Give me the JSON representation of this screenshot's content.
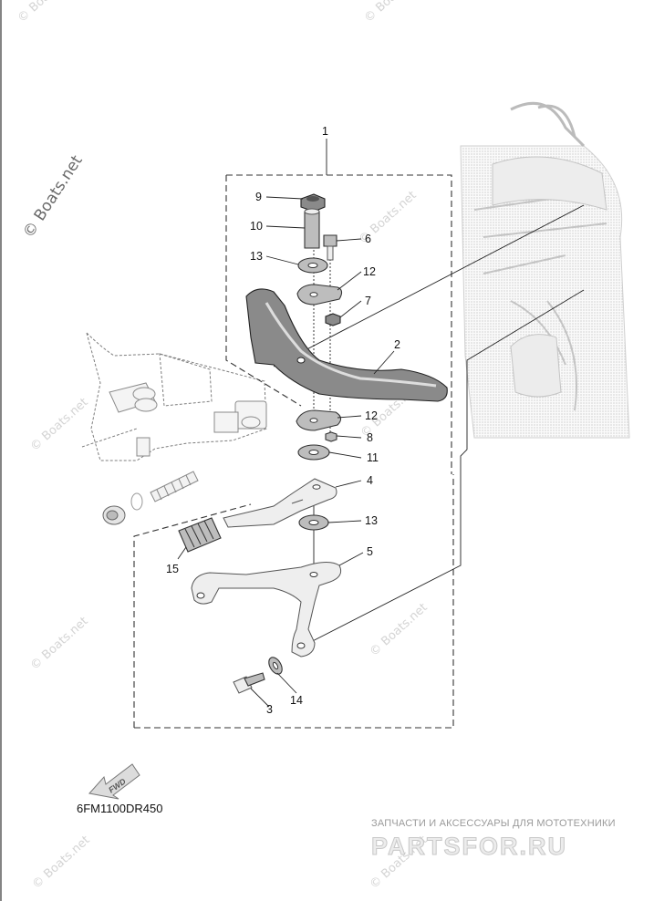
{
  "diagram": {
    "code": "6FM1100DR450",
    "watermark_main": "© Boats.net",
    "watermark_small": "© Boats.net",
    "fwd_label": "FWD",
    "callouts": [
      {
        "id": "c1",
        "label": "1"
      },
      {
        "id": "c2",
        "label": "2"
      },
      {
        "id": "c3",
        "label": "3"
      },
      {
        "id": "c4",
        "label": "4"
      },
      {
        "id": "c5",
        "label": "5"
      },
      {
        "id": "c6",
        "label": "6"
      },
      {
        "id": "c7",
        "label": "7"
      },
      {
        "id": "c8",
        "label": "8"
      },
      {
        "id": "c9",
        "label": "9"
      },
      {
        "id": "c10",
        "label": "10"
      },
      {
        "id": "c11",
        "label": "11"
      },
      {
        "id": "c12a",
        "label": "12"
      },
      {
        "id": "c12b",
        "label": "12"
      },
      {
        "id": "c13a",
        "label": "13"
      },
      {
        "id": "c13b",
        "label": "13"
      },
      {
        "id": "c14",
        "label": "14"
      },
      {
        "id": "c15",
        "label": "15"
      }
    ]
  },
  "branding": {
    "tagline": "ЗАПЧАСТИ И АКСЕССУАРЫ ДЛЯ МОТОТЕХНИКИ",
    "logo_text": "PARTSFOR.RU"
  }
}
